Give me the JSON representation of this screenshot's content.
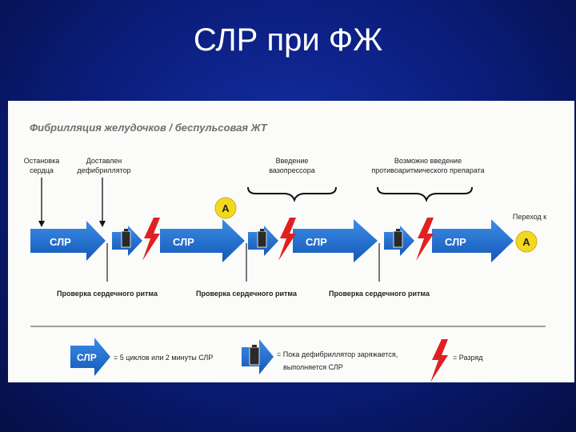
{
  "slide": {
    "title": "СЛР при ФЖ"
  },
  "diagram": {
    "heading": "Фибрилляция желудочков / беспульсовая ЖТ",
    "labels": {
      "arrest": [
        "Остановка",
        "сердца"
      ],
      "defib_arrived": [
        "Доставлен",
        "дефибриллятор"
      ],
      "vasopressor": [
        "Введение",
        "вазопрессора"
      ],
      "antiarrhythmic": [
        "Возможно введение",
        "противоаритмического препарата"
      ],
      "transition": [
        "Переход к"
      ]
    },
    "cpr_label": "СЛР",
    "marker_a": "A",
    "rhythm_check": "Проверка сердечного ритма",
    "legend": {
      "cpr_text": [
        "= 5 циклов или 2 минуты СЛР"
      ],
      "charge_text": [
        "= Пока дефибриллятор заряжается,",
        "выполняется СЛР"
      ],
      "shock_text": [
        "= Разряд"
      ]
    },
    "colors": {
      "arrow": "#1e6fd0",
      "bolt": "#e02020",
      "marker": "#f3d820",
      "heading": "#6f6f6f"
    }
  }
}
